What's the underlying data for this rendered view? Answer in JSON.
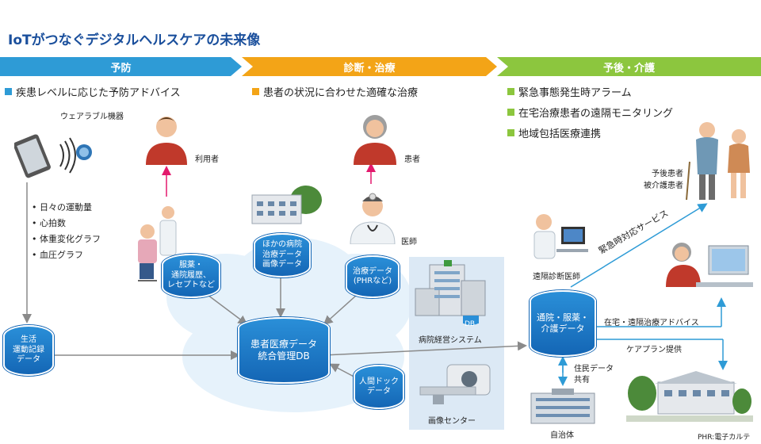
{
  "title": "IoTがつなぐデジタルヘルスケアの未来像",
  "bands": [
    "予防",
    "診断・治療",
    "予後・介護"
  ],
  "bullets": {
    "col1": [
      "疾患レベルに応じた予防アドバイス"
    ],
    "col2": [
      "患者の状況に合わせた適確な治療"
    ],
    "col3": [
      "緊急事態発生時アラーム",
      "在宅治療患者の遠隔モニタリング",
      "地域包括医療連携"
    ]
  },
  "colors": {
    "blue": "#2e9bd6",
    "orange": "#f3a417",
    "green": "#8cc63e",
    "title": "#1a4f9c",
    "db": "#1466b5"
  },
  "labels": {
    "wearable": "ウェアラブル機器",
    "user": "利用者",
    "patient": "患者",
    "doctor": "医師",
    "elderly_1": "予後患者",
    "elderly_2": "被介護患者",
    "remote_doctor": "遠隔診断医師",
    "hospital_system": "病院経営システム",
    "imaging_center": "画像センター",
    "municipality": "自治体",
    "emergency": "緊急時対応サービス",
    "home_advice": "在宅・遠隔治療アドバイス",
    "care_plan": "ケアプラン提供",
    "resident_data_1": "住民データ",
    "resident_data_2": "共有",
    "phr_note": "PHR:電子カルテ",
    "db_small": "DB"
  },
  "wearable_items": [
    "日々の運動量",
    "心拍数",
    "体重変化グラフ",
    "血圧グラフ"
  ],
  "databases": {
    "life": [
      "生活",
      "運動記録",
      "データ"
    ],
    "medicine": [
      "服薬・",
      "通院履歴、",
      "レセプトなど"
    ],
    "other_hospital": [
      "ほかの病院",
      "治療データ",
      "画像データ"
    ],
    "treatment": [
      "治療データ",
      "(PHRなど)"
    ],
    "central": [
      "患者医療データ",
      "統合管理DB"
    ],
    "dock": [
      "人間ドック",
      "データ"
    ],
    "care": [
      "通院・服薬・",
      "介護データ"
    ]
  }
}
